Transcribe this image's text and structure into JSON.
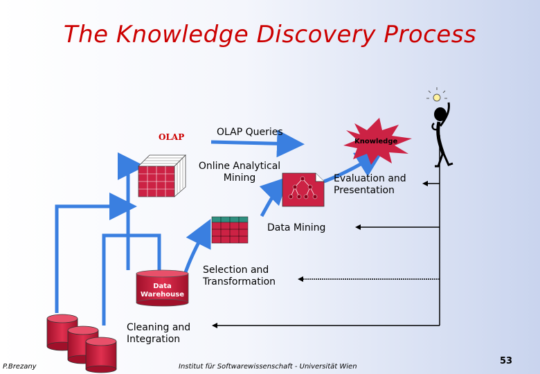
{
  "slide": {
    "title": "The Knowledge Discovery Process",
    "olap_label": "OLAP",
    "olap_queries": "OLAP Queries",
    "knowledge": "Knowledge",
    "online_analytical_line1": "Online Analytical",
    "online_analytical_line2": "Mining",
    "evaluation_line1": "Evaluation and",
    "evaluation_line2": "Presentation",
    "data_mining": "Data Mining",
    "selection_line1": "Selection and",
    "selection_line2": "Transformation",
    "warehouse_line1": "Data",
    "warehouse_line2": "Warehouse",
    "cleaning_line1": "Cleaning and",
    "cleaning_line2": "Integration",
    "author": "P.Brezany",
    "institute": "Institut für Softwarewissenschaft - Universität Wien",
    "page_number": "53"
  },
  "colors": {
    "accent": "#cc0000",
    "arrow_blue": "#3a7fe0",
    "data_red": "#cc2244",
    "table_teal": "#2f8f7f"
  }
}
